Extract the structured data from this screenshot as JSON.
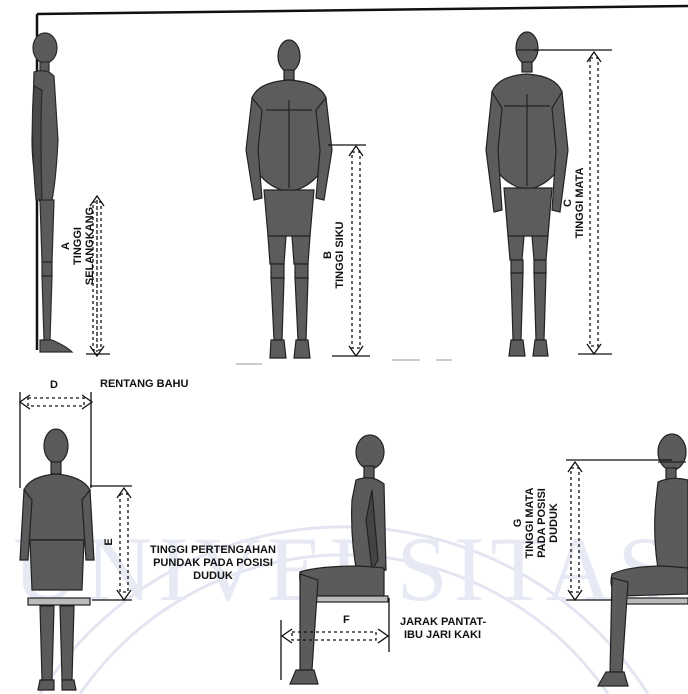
{
  "measurements": {
    "A": {
      "letter": "A",
      "lines": [
        "TINGGI",
        "SELANGKANG"
      ]
    },
    "B": {
      "letter": "B",
      "lines": [
        "TINGGI SIKU"
      ]
    },
    "C": {
      "letter": "C",
      "lines": [
        "TINGGI MATA"
      ]
    },
    "D": {
      "letter": "D",
      "label": "RENTANG BAHU"
    },
    "E": {
      "letter": "E",
      "lines": [
        "TINGGI PERTENGAHAN",
        "PUNDAK PADA POSISI",
        "DUDUK"
      ]
    },
    "F": {
      "letter": "F",
      "lines": [
        "JARAK PANTAT-",
        "IBU JARI KAKI"
      ]
    },
    "G": {
      "letter": "G",
      "lines": [
        "TINGGI MATA",
        "PADA POSISI",
        "DUDUK"
      ]
    }
  },
  "watermark": {
    "text": "UNIVERSITAS"
  },
  "colors": {
    "figure": "#5a5a5a",
    "figure_dark": "#3a3a3a",
    "line": "#111111",
    "watermark": "#e6e9f3"
  }
}
